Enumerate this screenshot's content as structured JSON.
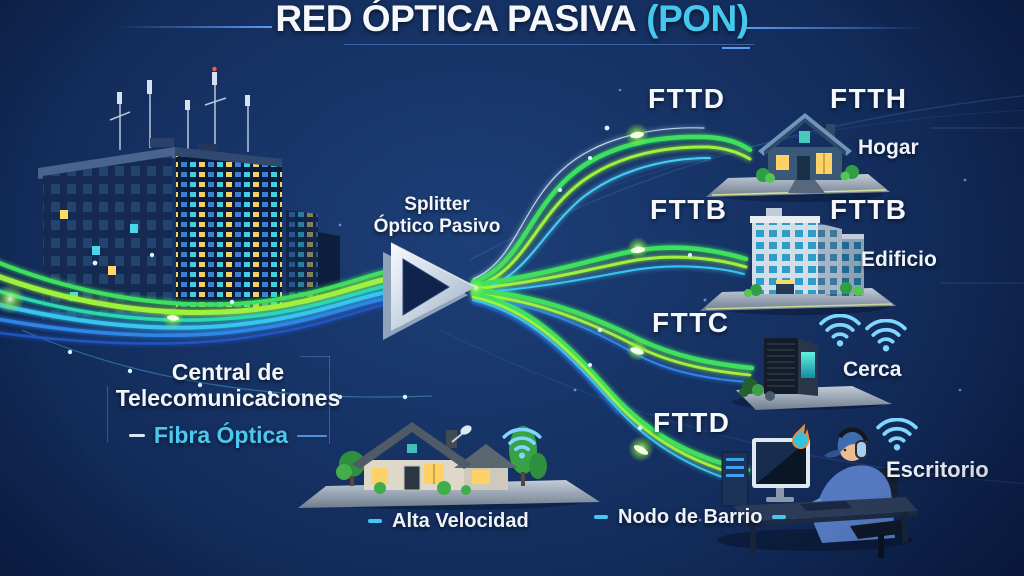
{
  "title": {
    "main": "RED ÓPTICA PASIVA",
    "highlight": "(PON)"
  },
  "central_office": {
    "line1": "Central de",
    "line2": "Telecomunicaciones",
    "fiber_label": "Fibra Óptica"
  },
  "splitter": {
    "line1": "Splitter",
    "line2": "Óptico Pasivo"
  },
  "branches": [
    {
      "code": "FTTD",
      "code_right": "FTTH",
      "sublabel": "Hogar",
      "icon": "house-icon"
    },
    {
      "code": "FTTB",
      "code_right": "FTTB",
      "sublabel": "Edificio",
      "icon": "apartment-building-icon"
    },
    {
      "code": "FTTC",
      "code_right": "",
      "sublabel": "Cerca",
      "icon": "street-cabinet-icon"
    },
    {
      "code": "FTTD",
      "code_right": "",
      "sublabel": "Escritorio",
      "icon": "desktop-user-icon"
    }
  ],
  "footer_labels": {
    "speed": "Alta Velocidad",
    "node": "Nodo de Barrio"
  },
  "colors": {
    "background": "#0c1f4a",
    "accent_cyan": "#45c8f0",
    "fiber_green": "#3fe05f",
    "fiber_lime": "#9df23c",
    "fiber_cyan": "#38c6f0",
    "fiber_blue": "#2f86e8",
    "text_white": "#f4f7fb"
  }
}
